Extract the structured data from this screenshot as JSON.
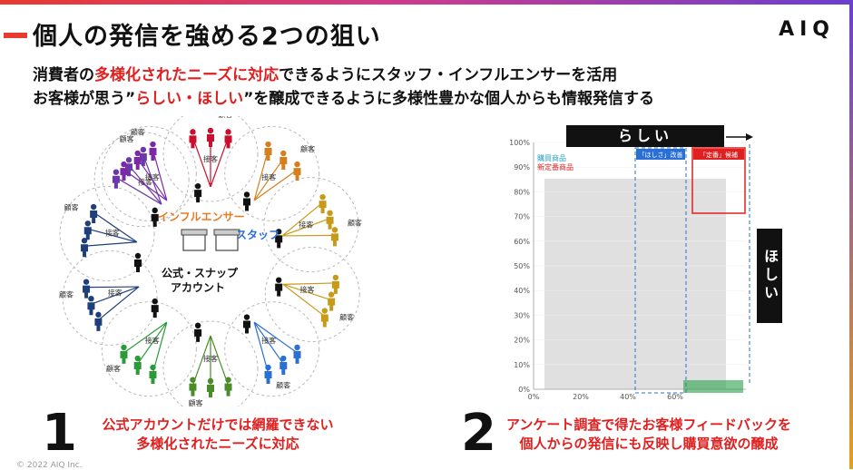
{
  "header": {
    "title": "個人の発信を強める2つの狙い",
    "logo": "AIQ"
  },
  "lead": {
    "line1_prefix": "消費者の",
    "line1_red": "多様化されたニーズに対応",
    "line1_suffix": "できるようにスタッフ・インフルエンサーを活用",
    "line2_prefix": "お客様が思う”",
    "line2_red": "らしい・ほしい",
    "line2_suffix": "”を醸成できるように多様性豊かな個人からも情報発信する"
  },
  "network": {
    "influencer_label": "インフルエンサー",
    "staff_label": "スタッフ",
    "center_label_1": "公式・スナップ",
    "center_label_2": "アカウント",
    "customer_label": "顧客",
    "contact_label": "接客"
  },
  "point1": {
    "number": "1",
    "line1": "公式アカウントだけでは網羅できない",
    "line2": "多様化されたニーズに対応"
  },
  "point2": {
    "number": "2",
    "line1": "アンケート調査で得たお客様フィードバックを",
    "line2": "個人からの発信にも反映し購買意欲の醸成"
  },
  "chart_data": {
    "type": "scatter",
    "title": "",
    "x_axis_label": "らしい",
    "y_axis_label": "ほしい",
    "x_ticks": [
      "0%",
      "20%",
      "40%",
      "60%"
    ],
    "y_ticks": [
      "0%",
      "10%",
      "20%",
      "30%",
      "40%",
      "50%",
      "60%",
      "70%",
      "80%",
      "90%",
      "100%"
    ],
    "legend": [
      "購買商品",
      "新定番商品"
    ],
    "boxes": [
      "「ほしさ」改善",
      "「定番」候補"
    ]
  },
  "colors": {
    "accent_red": "#e02020",
    "staff_blue": "#2a6fd6",
    "influencer_orange": "#e87a1e"
  },
  "footer": {
    "copyright": "© 2022 AIQ Inc."
  }
}
